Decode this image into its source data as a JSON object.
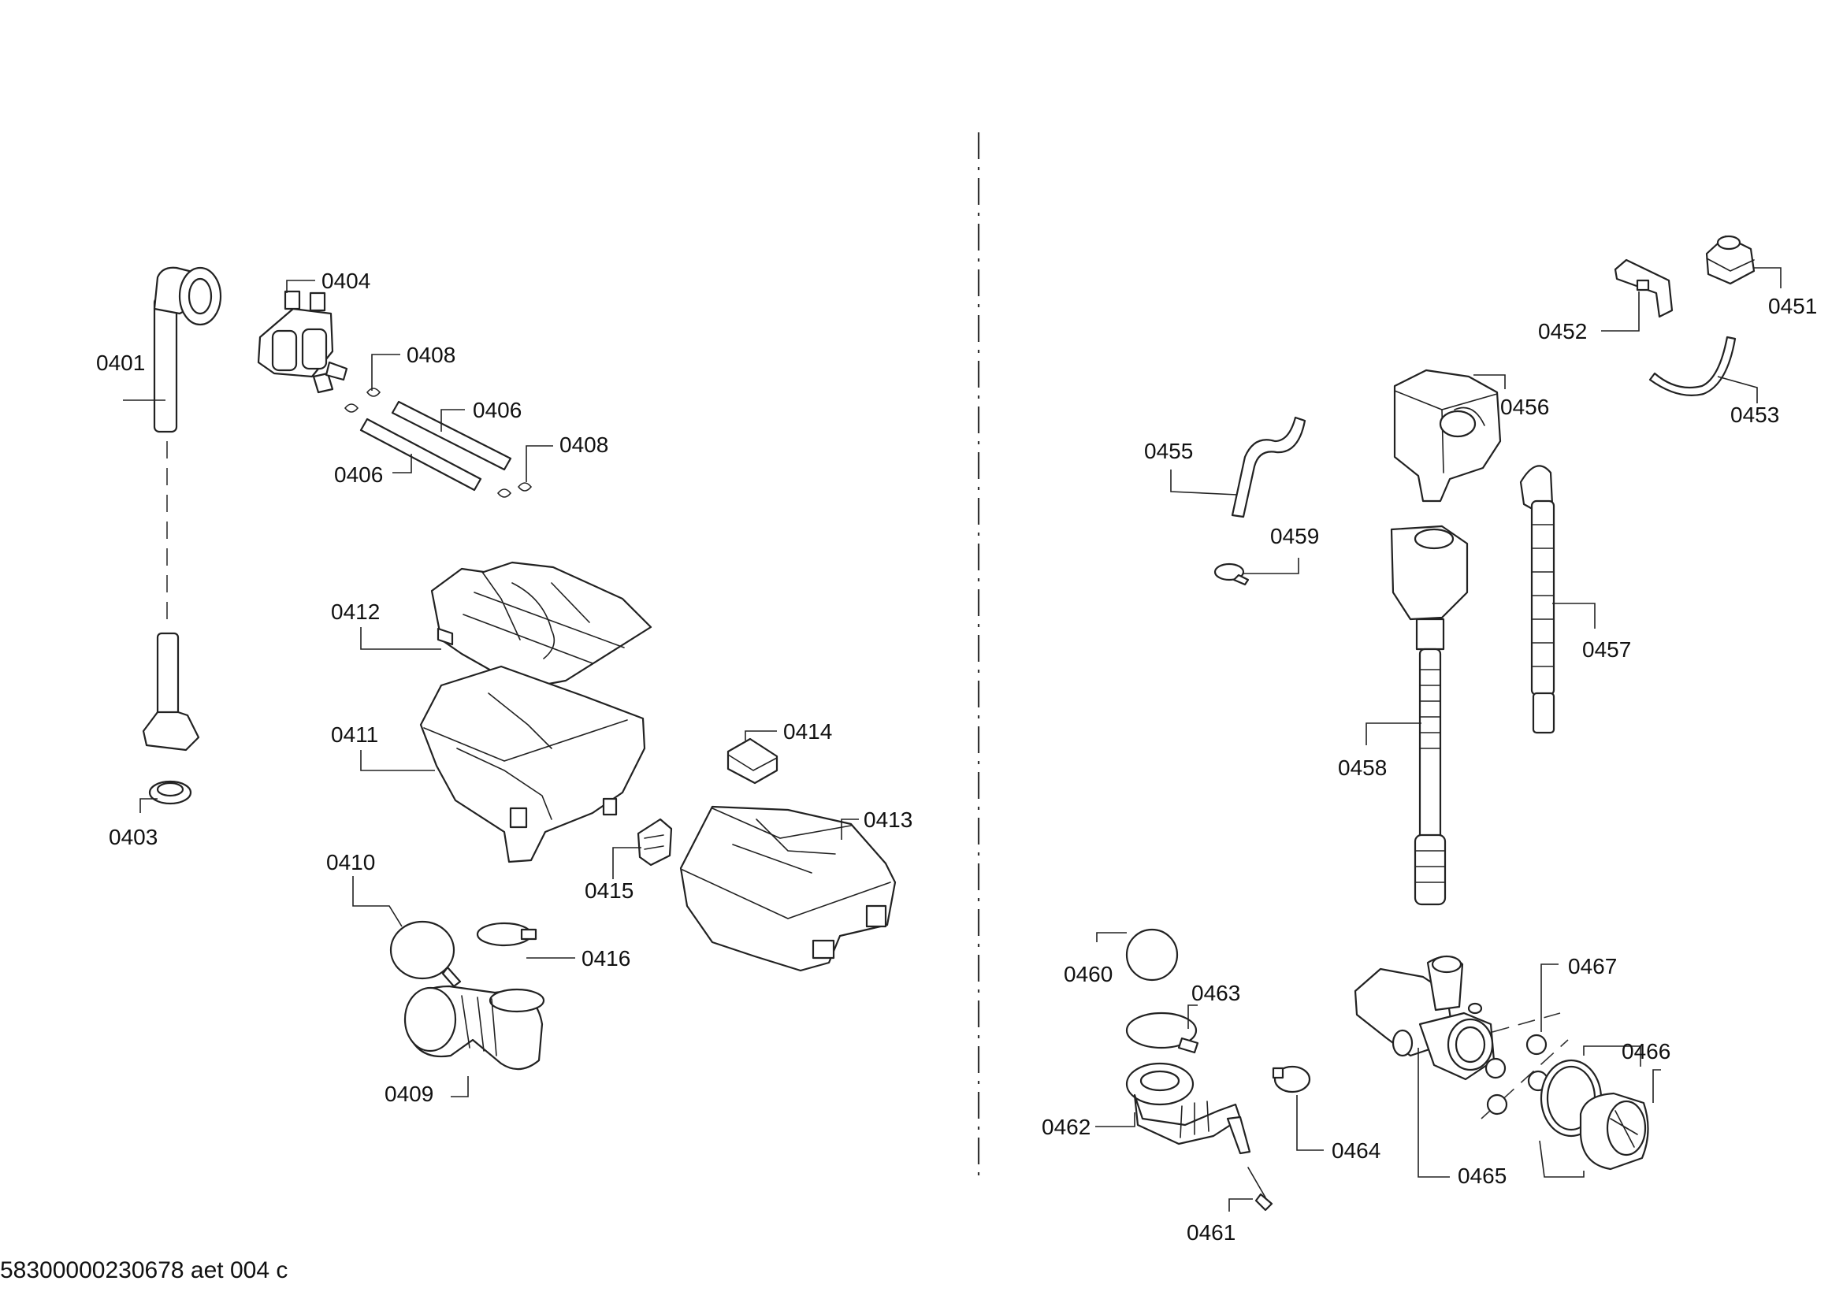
{
  "document_code": "58300000230678 aet 004 c",
  "callouts": {
    "c0401": "0401",
    "c0403": "0403",
    "c0404": "0404",
    "c0406a": "0406",
    "c0406b": "0406",
    "c0408a": "0408",
    "c0408b": "0408",
    "c0409": "0409",
    "c0410": "0410",
    "c0411": "0411",
    "c0412": "0412",
    "c0413": "0413",
    "c0414": "0414",
    "c0415": "0415",
    "c0416": "0416",
    "c0451": "0451",
    "c0452": "0452",
    "c0453": "0453",
    "c0455": "0455",
    "c0456": "0456",
    "c0457": "0457",
    "c0458": "0458",
    "c0459": "0459",
    "c0460": "0460",
    "c0461": "0461",
    "c0462": "0462",
    "c0463": "0463",
    "c0464": "0464",
    "c0465": "0465",
    "c0466": "0466",
    "c0467": "0467"
  }
}
